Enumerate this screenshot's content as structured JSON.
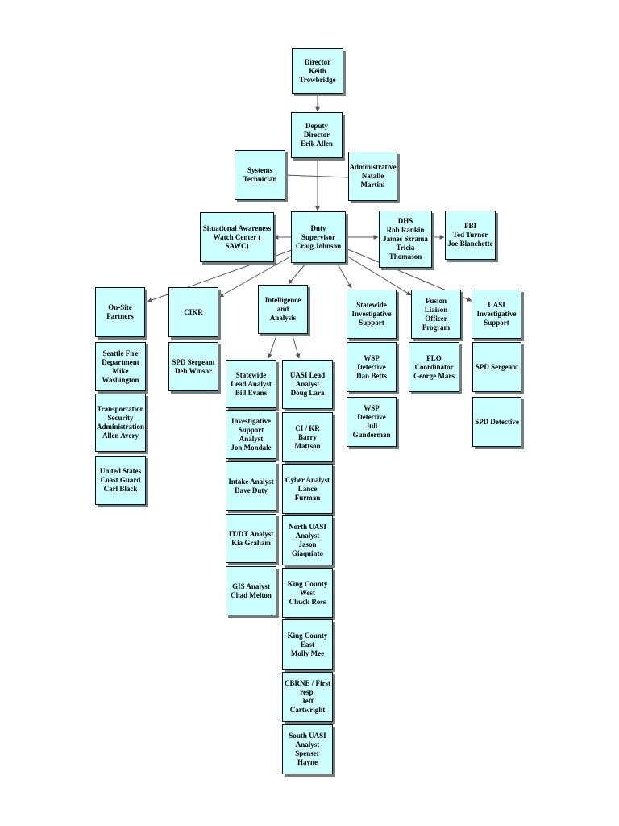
{
  "colors": {
    "box_fill": "#ccffff",
    "box_border": "#0b0b0b",
    "connector": "#555555"
  },
  "nodes": [
    {
      "id": "director",
      "text": "Director\nKeith Trowbridge"
    },
    {
      "id": "deputy-director",
      "text": "Deputy Director\nErik Allen"
    },
    {
      "id": "systems-technician",
      "text": "Systems Technician"
    },
    {
      "id": "administrative",
      "text": "Administrative\nNatalie Martini"
    },
    {
      "id": "sawc",
      "text": "Situational Awareness\nWatch Center ( SAWC)"
    },
    {
      "id": "duty-supervisor",
      "text": "Duty Supervisor\nCraig Johnson"
    },
    {
      "id": "dhs",
      "text": "DHS\nRob Rankin\nJames Szrama\nTricia Thomason"
    },
    {
      "id": "fbi",
      "text": "FBI\nTed Turner\nJoe Blanchette"
    },
    {
      "id": "on-site-partners",
      "text": "On-Site\nPartners"
    },
    {
      "id": "cikr",
      "text": "CIKR"
    },
    {
      "id": "intelligence-analysis",
      "text": "Intelligence and\nAnalysis"
    },
    {
      "id": "statewide-investigative-support",
      "text": "Statewide\nInvestigative\nSupport"
    },
    {
      "id": "fusion-liaison",
      "text": "Fusion Liaison\nOfficer\nProgram"
    },
    {
      "id": "uasi-investigative-support",
      "text": "UASI\nInvestigative\nSupport"
    },
    {
      "id": "seattle-fire",
      "text": "Seattle Fire\nDepartment\nMike Washington"
    },
    {
      "id": "tsa",
      "text": "Transportation\nSecurity\nAdministration\nAllen Avery"
    },
    {
      "id": "coast-guard",
      "text": "United States\nCoast Guard\nCarl Black"
    },
    {
      "id": "spd-sergeant-cikr",
      "text": "SPD Sergeant\nDeb Winsor"
    },
    {
      "id": "statewide-lead-analyst",
      "text": "Statewide\nLead Analyst\nBill Evans"
    },
    {
      "id": "investigative-support-analyst",
      "text": "Investigative\nSupport Analyst\nJon Mondale"
    },
    {
      "id": "intake-analyst",
      "text": "Intake Analyst\nDave Duty"
    },
    {
      "id": "itdt-analyst",
      "text": "IT/DT Analyst\nKia Graham"
    },
    {
      "id": "gis-analyst",
      "text": "GIS Analyst\nChad Melton"
    },
    {
      "id": "uasi-lead-analyst",
      "text": "UASI Lead Analyst\nDoug Lara"
    },
    {
      "id": "ci-kr",
      "text": "CI / KR\nBarry Mattson"
    },
    {
      "id": "cyber-analyst",
      "text": "Cyber Analyst\nLance Furman"
    },
    {
      "id": "north-uasi-analyst",
      "text": "North UASI Analyst\nJason Giaquinto"
    },
    {
      "id": "king-county-west",
      "text": "King County West\nChuck Ross"
    },
    {
      "id": "king-county-east",
      "text": "King County East\nMolly Mee"
    },
    {
      "id": "cbrne",
      "text": "CBRNE / First resp.\nJeff Cartwright"
    },
    {
      "id": "south-uasi-analyst",
      "text": "South UASI Analyst\nSpenser Hayne"
    },
    {
      "id": "wsp-detective-betts",
      "text": "WSP Detective\nDan Betts"
    },
    {
      "id": "wsp-detective-gunderman",
      "text": "WSP Detective\nJuli Gunderman"
    },
    {
      "id": "flo-coordinator",
      "text": "FLO\nCoordinator\nGeorge Mars"
    },
    {
      "id": "spd-sergeant-uasi",
      "text": "SPD Sergeant"
    },
    {
      "id": "spd-detective",
      "text": "SPD Detective"
    }
  ]
}
